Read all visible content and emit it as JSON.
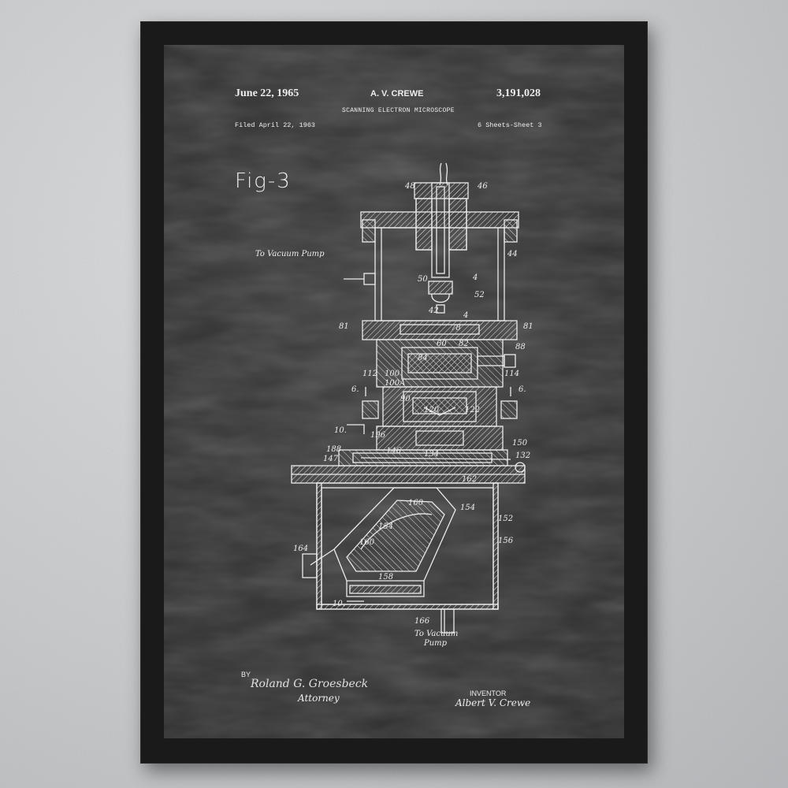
{
  "patent": {
    "date": "June 22, 1965",
    "inventor_header": "A. V. CREWE",
    "patent_number": "3,191,028",
    "title": "SCANNING ELECTRON MICROSCOPE",
    "filed": "Filed April 22, 1963",
    "sheets": "6 Sheets-Sheet 3",
    "figure_label": "Fig-3"
  },
  "annotations": {
    "vacuum_pump_top": "To Vacuum Pump",
    "vacuum_pump_bottom_line1": "To Vacuum",
    "vacuum_pump_bottom_line2": "Pump"
  },
  "reference_numbers": [
    "48",
    "46",
    "44",
    "50",
    "4",
    "52",
    "42",
    "4",
    "81",
    "78",
    "81",
    "60",
    "82",
    "88",
    "84",
    "112",
    "114",
    "6",
    "6",
    "100",
    "100A",
    "90",
    "120",
    "122",
    "10",
    "196",
    "150",
    "188",
    "146",
    "134",
    "147",
    "132",
    "162",
    "160",
    "154",
    "152",
    "154",
    "164",
    "160",
    "156",
    "158",
    "10",
    "166"
  ],
  "signatures": {
    "by_label": "BY",
    "attorney_signature": "Roland G. Groesbeck",
    "attorney_title": "Attorney",
    "inventor_label": "INVENTOR",
    "inventor_signature": "Albert V. Crewe"
  }
}
